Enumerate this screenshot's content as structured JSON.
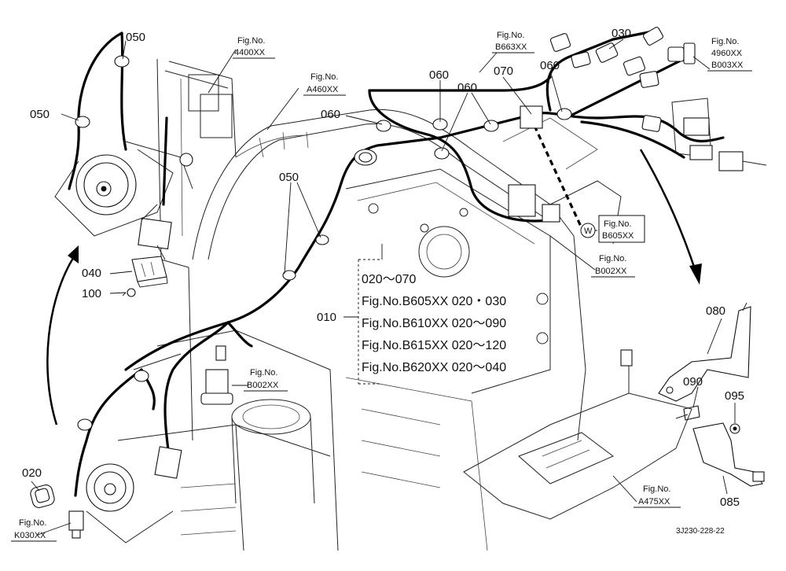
{
  "callouts": {
    "c050a": "050",
    "c050b": "050",
    "c050c": "050",
    "c060a": "060",
    "c060b": "060",
    "c060c": "060",
    "c070": "070",
    "c030": "030",
    "c060d": "060",
    "c040": "040",
    "c100": "100",
    "c010": "010",
    "c020": "020",
    "c080": "080",
    "c090": "090",
    "c095": "095",
    "c085": "085"
  },
  "fig_refs": {
    "r4400": {
      "label": "Fig.No.",
      "code": "4400XX"
    },
    "ra460": {
      "label": "Fig.No.",
      "code": "A460XX"
    },
    "rb663": {
      "label": "Fig.No.",
      "code": "B663XX"
    },
    "r4960": {
      "label": "Fig.No.",
      "code": "4960XX",
      "code2": "B003XX"
    },
    "rb605": {
      "label": "Fig.No.",
      "code": "B605XX",
      "marker": "W"
    },
    "rb002a": {
      "label": "Fig.No.",
      "code": "B002XX"
    },
    "rb002b": {
      "label": "Fig.No.",
      "code": "B002XX"
    },
    "ra475": {
      "label": "Fig.No.",
      "code": "A475XX"
    },
    "rk030": {
      "label": "Fig.No.",
      "code": "K030XX"
    }
  },
  "applicability": [
    "020～070",
    "Fig.No.B605XX  020・030",
    "Fig.No.B610XX  020～090",
    "Fig.No.B615XX  020～120",
    "Fig.No.B620XX  020～040"
  ],
  "drawing_code": "3J230-228-22"
}
